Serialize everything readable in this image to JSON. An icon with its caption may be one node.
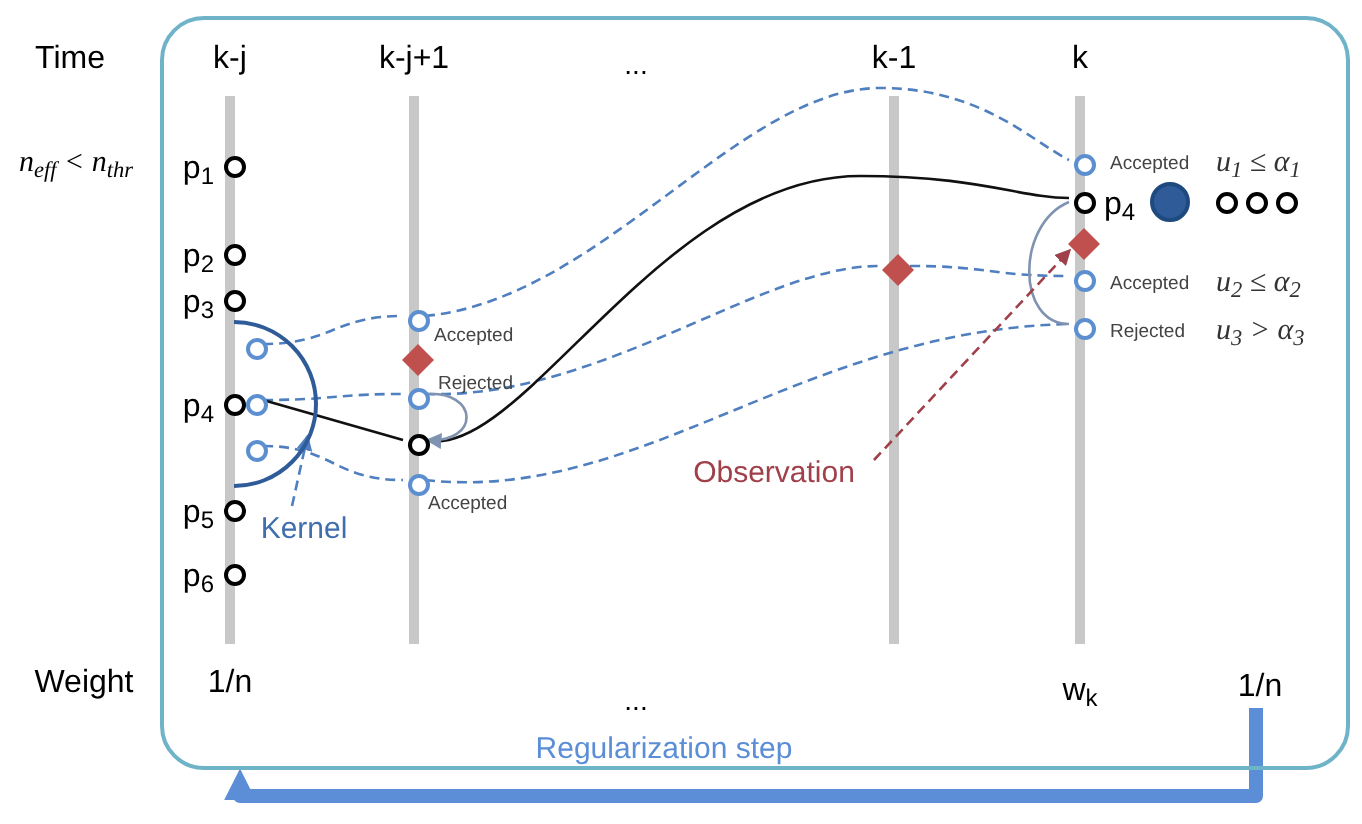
{
  "diagram": {
    "nodes": [
      {
        "text": [
          "Regularization step"
        ]
      },
      {
        "text": [],
        "shape": "circle",
        "beside": [
          "p$_{1}$"
        ],
        "in": 0
      },
      {
        "text": [],
        "shape": "circle",
        "beside": [
          "p$_{2}$"
        ],
        "in": 0
      },
      {
        "text": [],
        "shape": "circle",
        "beside": [
          "p$_{3}$"
        ],
        "in": 0
      },
      {
        "text": [],
        "shape": "circle",
        "beside": [
          "p$_{4}$"
        ],
        "in": 0
      },
      {
        "text": [],
        "shape": "circle",
        "beside": [
          "p$_{5}$"
        ],
        "in": 0
      },
      {
        "text": [],
        "shape": "circle",
        "beside": [
          "p$_{6}$"
        ],
        "in": 0
      },
      {
        "text": [],
        "shape": "arc",
        "in": 0
      },
      {
        "text": [],
        "shape": "circle",
        "in": 7
      },
      {
        "text": [],
        "shape": "circle",
        "in": 7
      },
      {
        "text": [],
        "shape": "circle",
        "in": 7
      },
      {
        "text": [
          "Kernel"
        ],
        "in": 0
      },
      {
        "text": [],
        "shape": "circle",
        "beside": [
          "Accepted"
        ],
        "in": 0
      },
      {
        "text": [],
        "shape": "diamond",
        "in": 0
      },
      {
        "text": [],
        "shape": "circle",
        "beside": [
          "Rejected"
        ],
        "in": 0
      },
      {
        "text": [],
        "shape": "circle",
        "in": 0
      },
      {
        "text": [],
        "shape": "circle",
        "beside": [
          "Accepted"
        ],
        "in": 0
      },
      {
        "text": [],
        "shape": "diamond",
        "in": 0
      },
      {
        "text": [],
        "shape": "circle",
        "beside": [
          "Accepted",
          "u$_{1}$ ≤ α$_{1}$"
        ],
        "in": 0
      },
      {
        "text": [],
        "shape": "circle",
        "beside": [
          "p$_{4}$"
        ],
        "in": 0
      },
      {
        "text": [],
        "shape": "circle",
        "in": 0
      },
      {
        "text": [],
        "shape": "circle",
        "in": 0
      },
      {
        "text": [],
        "shape": "circle",
        "in": 0
      },
      {
        "text": [],
        "shape": "circle",
        "in": 0
      },
      {
        "text": [],
        "shape": "diamond",
        "in": 0
      },
      {
        "text": [],
        "shape": "circle",
        "beside": [
          "Accepted",
          "u$_{2}$ ≤ α$_{2}$"
        ],
        "in": 0
      },
      {
        "text": [],
        "shape": "circle",
        "beside": [
          "Rejected",
          "u$_{3}$ > α$_{3}$"
        ],
        "in": 0
      },
      {
        "text": [
          "Observation"
        ],
        "in": 0
      },
      {
        "text": [
          "1/n"
        ],
        "in": 0
      }
    ],
    "edges": [
      {
        "from": 8,
        "to": 12,
        "arrow": "none",
        "style": "dashed"
      },
      {
        "from": 12,
        "to": 18,
        "arrow": "none",
        "style": "dashed"
      },
      {
        "from": 9,
        "to": 14,
        "arrow": "none",
        "style": "dashed"
      },
      {
        "from": 14,
        "to": 17,
        "arrow": "none",
        "style": "dashed"
      },
      {
        "from": 17,
        "to": 25,
        "arrow": "none",
        "style": "dashed"
      },
      {
        "from": 10,
        "to": 16,
        "arrow": "none",
        "style": "dashed"
      },
      {
        "from": 16,
        "to": 26,
        "arrow": "none",
        "style": "dashed"
      },
      {
        "from": 9,
        "to": 15,
        "arrow": "none",
        "color": "#111111"
      },
      {
        "from": 15,
        "to": 19,
        "arrow": "none",
        "color": "#111111"
      },
      {
        "from": 14,
        "to": 15,
        "arrow": "to",
        "color": "#7f93b0"
      },
      {
        "from": 19,
        "to": 26,
        "arrow": "none",
        "color": "#7f93b0"
      },
      {
        "from": 11,
        "to": 7,
        "arrow": "to",
        "style": "dashed"
      },
      {
        "from": 27,
        "to": 24,
        "arrow": "to",
        "style": "dashed",
        "color": "#a0404a"
      },
      {
        "from": 28,
        "to": 0,
        "arrow": "to",
        "style": "thick",
        "color": "#5b8ed6"
      }
    ],
    "labels": [
      "Time",
      "k-j",
      "k-j+1",
      "...",
      "k-1",
      "k",
      "n$_{eff}$ < n$_{thr}$",
      "Weight",
      "1/n",
      "...",
      "w$_{k}$"
    ]
  }
}
